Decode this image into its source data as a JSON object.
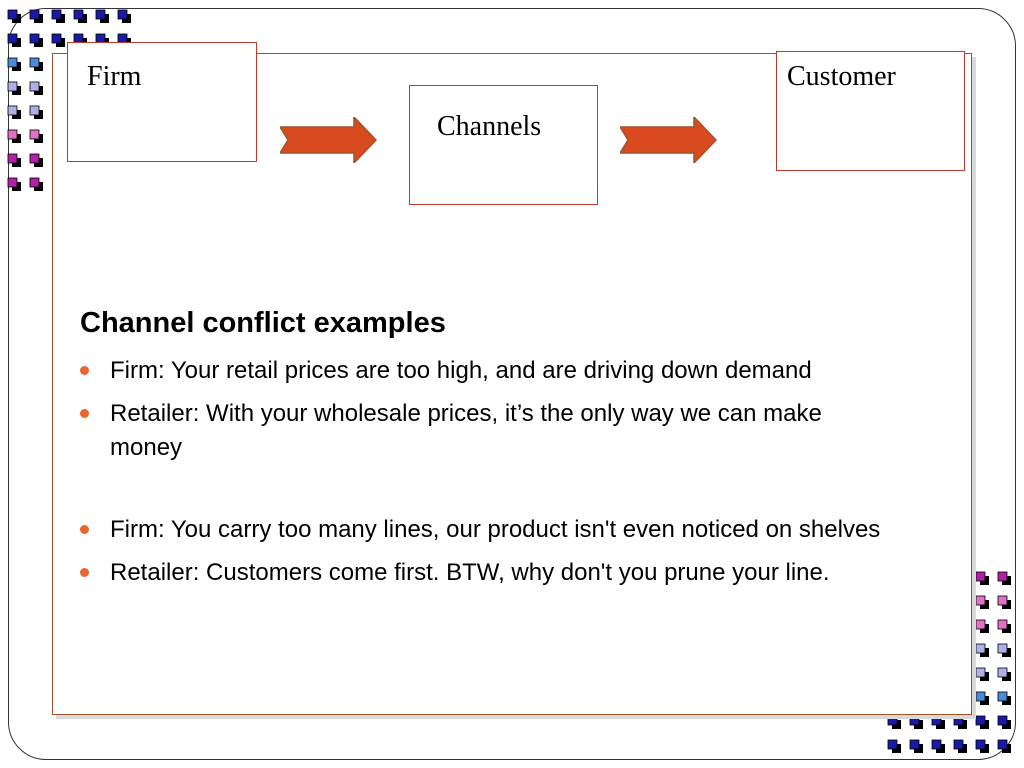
{
  "diagram": {
    "firm_label": "Firm",
    "channels_label": "Channels",
    "customer_label": "Customer"
  },
  "heading": "Channel conflict examples",
  "bullets": [
    "Firm: Your retail prices are too high, and are driving down demand",
    "Retailer: With your wholesale prices, it’s the only way we can make money",
    "Firm: You carry too many lines, our product isn't even noticed on shelves",
    "Retailer: Customers come first. BTW, why don't you prune your line."
  ],
  "colors": {
    "box_border": "#c0392b",
    "arrow_fill": "#d94a1e",
    "arrow_stroke": "#a0522d",
    "bullet": "#e8652b",
    "panel_border": "#a0522d",
    "deco_navy": "#1a1aa8",
    "deco_blue": "#4a8cd8",
    "deco_lilac": "#b0b0e8",
    "deco_pink": "#e070c8",
    "deco_magenta": "#b020a8"
  }
}
